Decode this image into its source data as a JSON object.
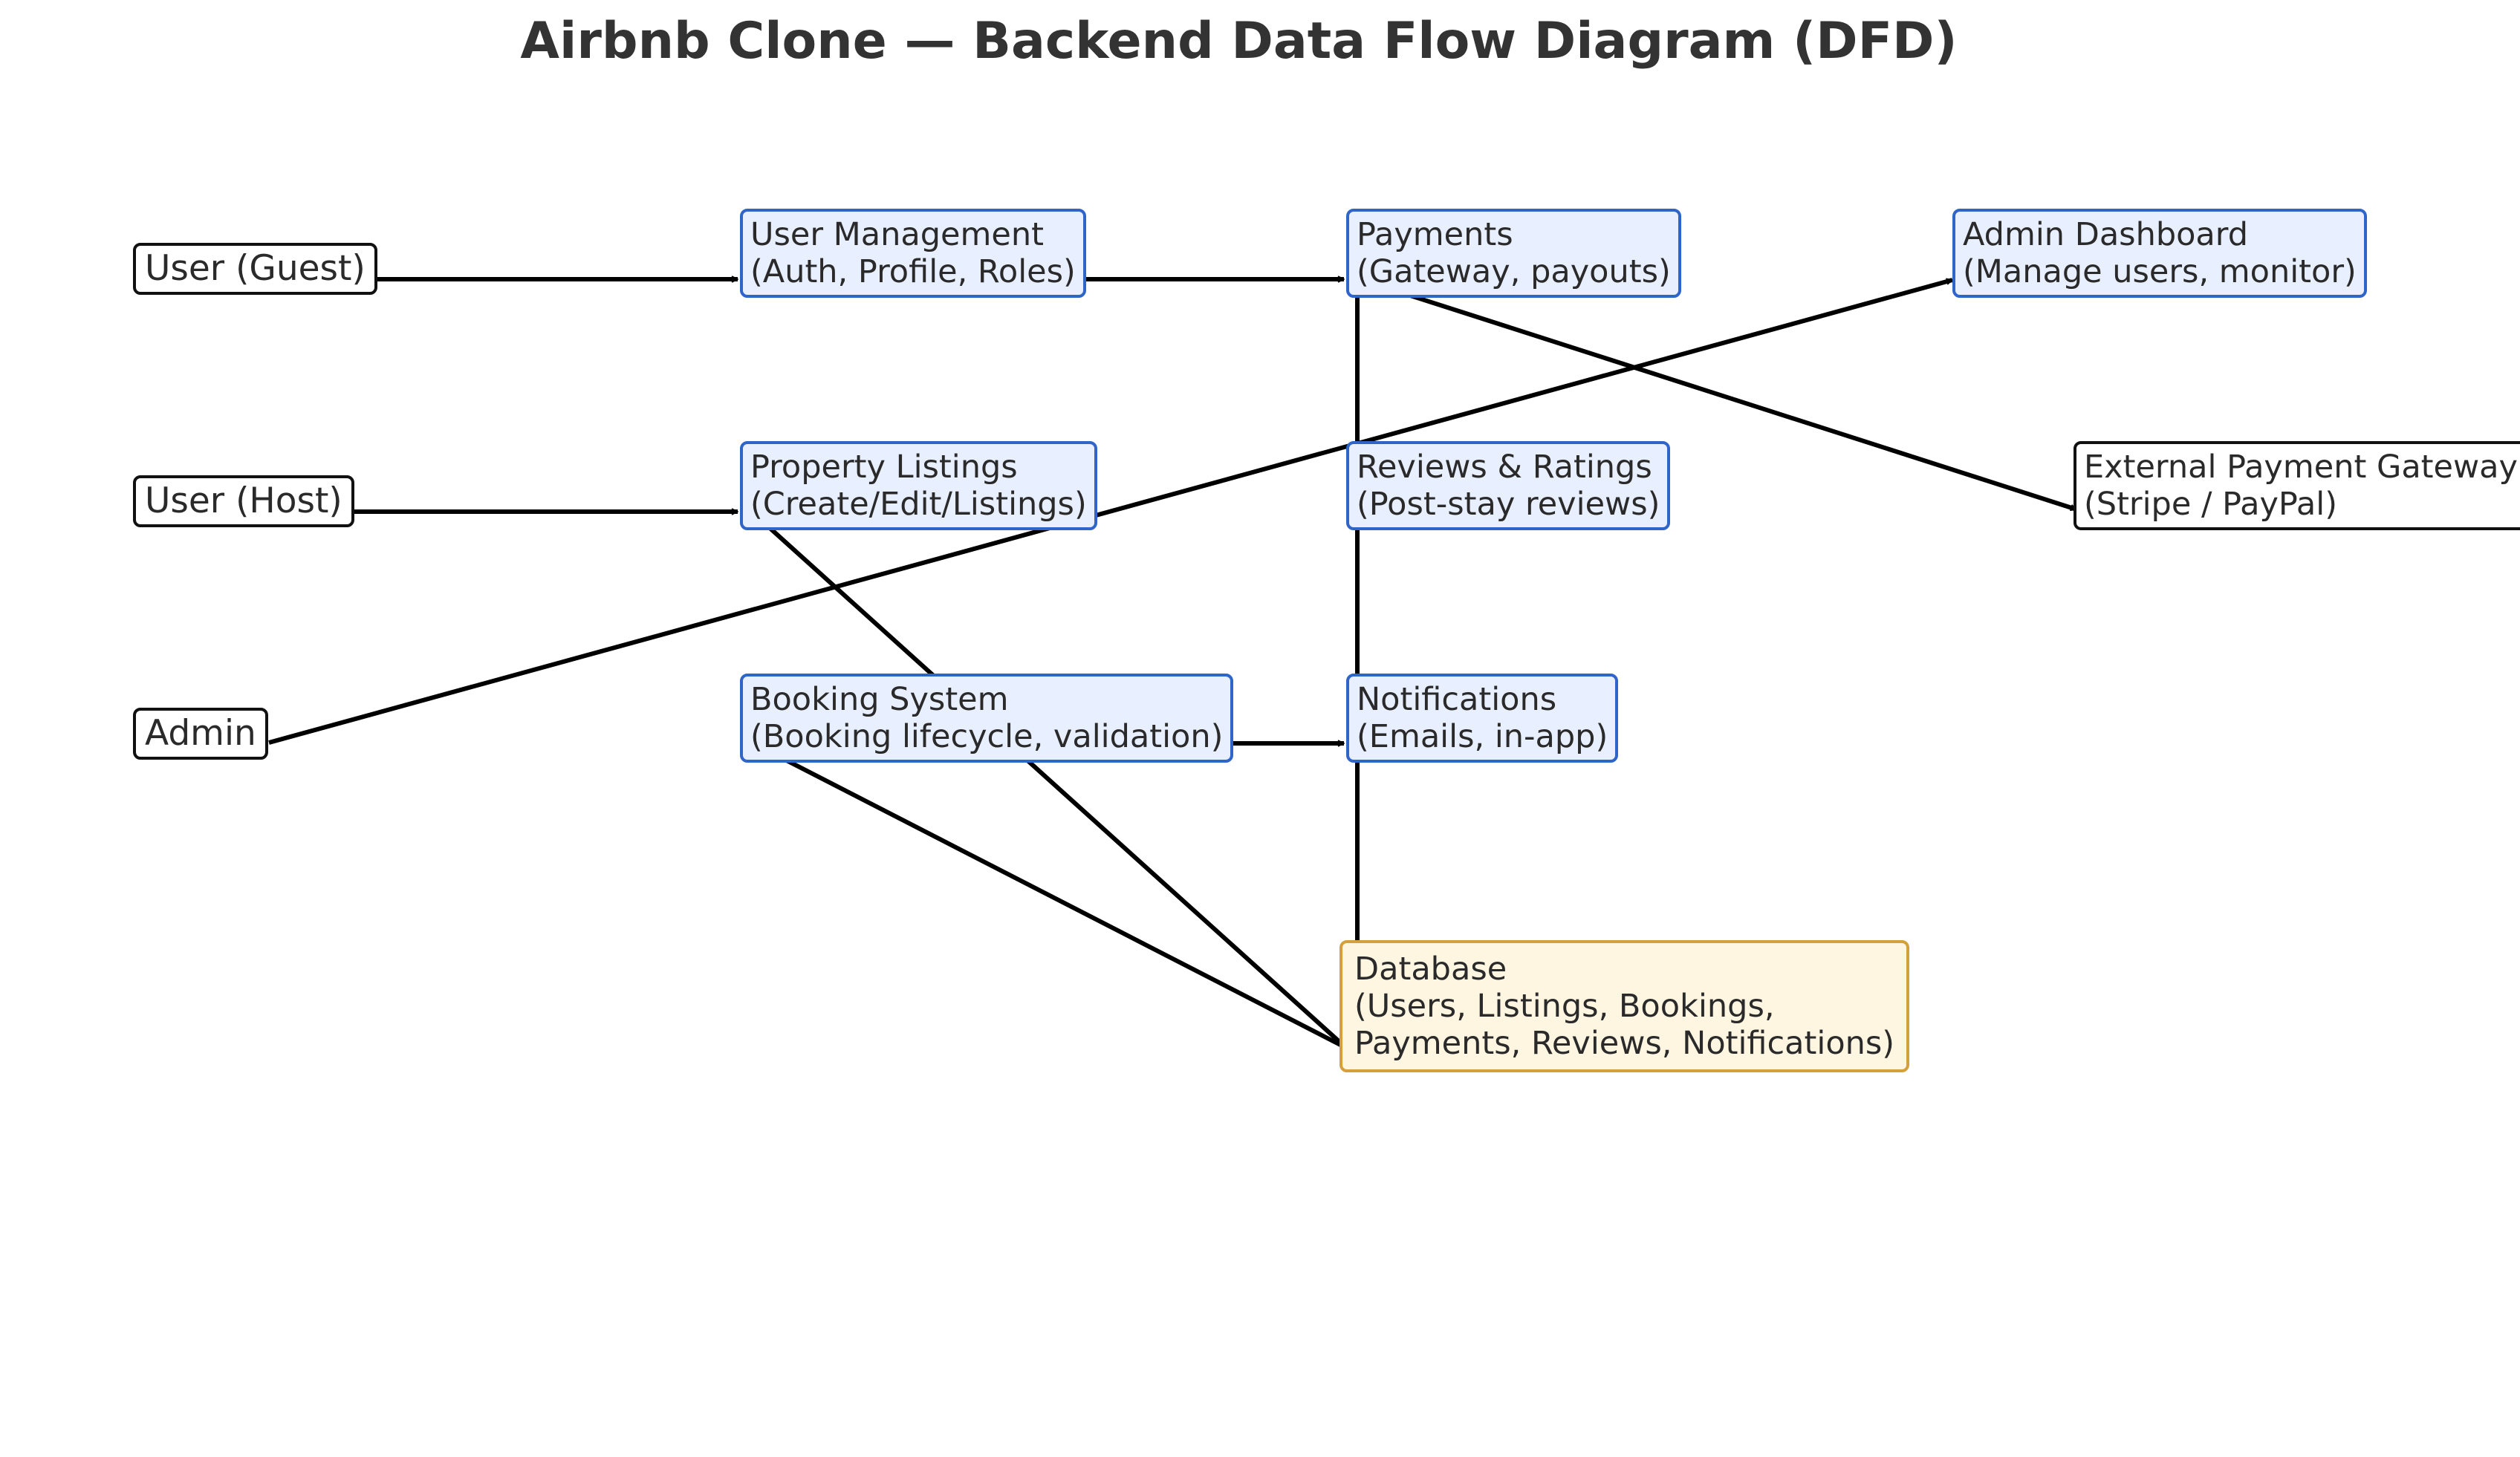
{
  "title": "Airbnb Clone — Backend Data Flow Diagram (DFD)",
  "nodes": {
    "guest": "User (Guest)",
    "host": "User (Host)",
    "admin": "Admin",
    "user_mgmt": "User Management\n(Auth, Profile, Roles)",
    "listings": "Property Listings\n(Create/Edit/Listings)",
    "booking": "Booking System\n(Booking lifecycle, validation)",
    "payments": "Payments\n(Gateway, payouts)",
    "reviews": "Reviews & Ratings\n(Post-stay reviews)",
    "notifications": "Notifications\n(Emails, in-app)",
    "admin_dashboard": "Admin Dashboard\n(Manage users, monitor)",
    "ext_gateway": "External Payment Gateway\n(Stripe / PayPal)",
    "database": "Database\n(Users, Listings, Bookings,\nPayments, Reviews, Notifications)"
  },
  "edges": [
    {
      "from": "guest",
      "to": "user_mgmt"
    },
    {
      "from": "host",
      "to": "listings"
    },
    {
      "from": "admin",
      "to": "admin_dashboard"
    },
    {
      "from": "user_mgmt",
      "to": "payments"
    },
    {
      "from": "payments",
      "to": "ext_gateway"
    },
    {
      "from": "listings",
      "to": "database"
    },
    {
      "from": "booking",
      "to": "notifications"
    },
    {
      "from": "booking",
      "to": "database"
    },
    {
      "from": "payments",
      "to": "database"
    }
  ]
}
